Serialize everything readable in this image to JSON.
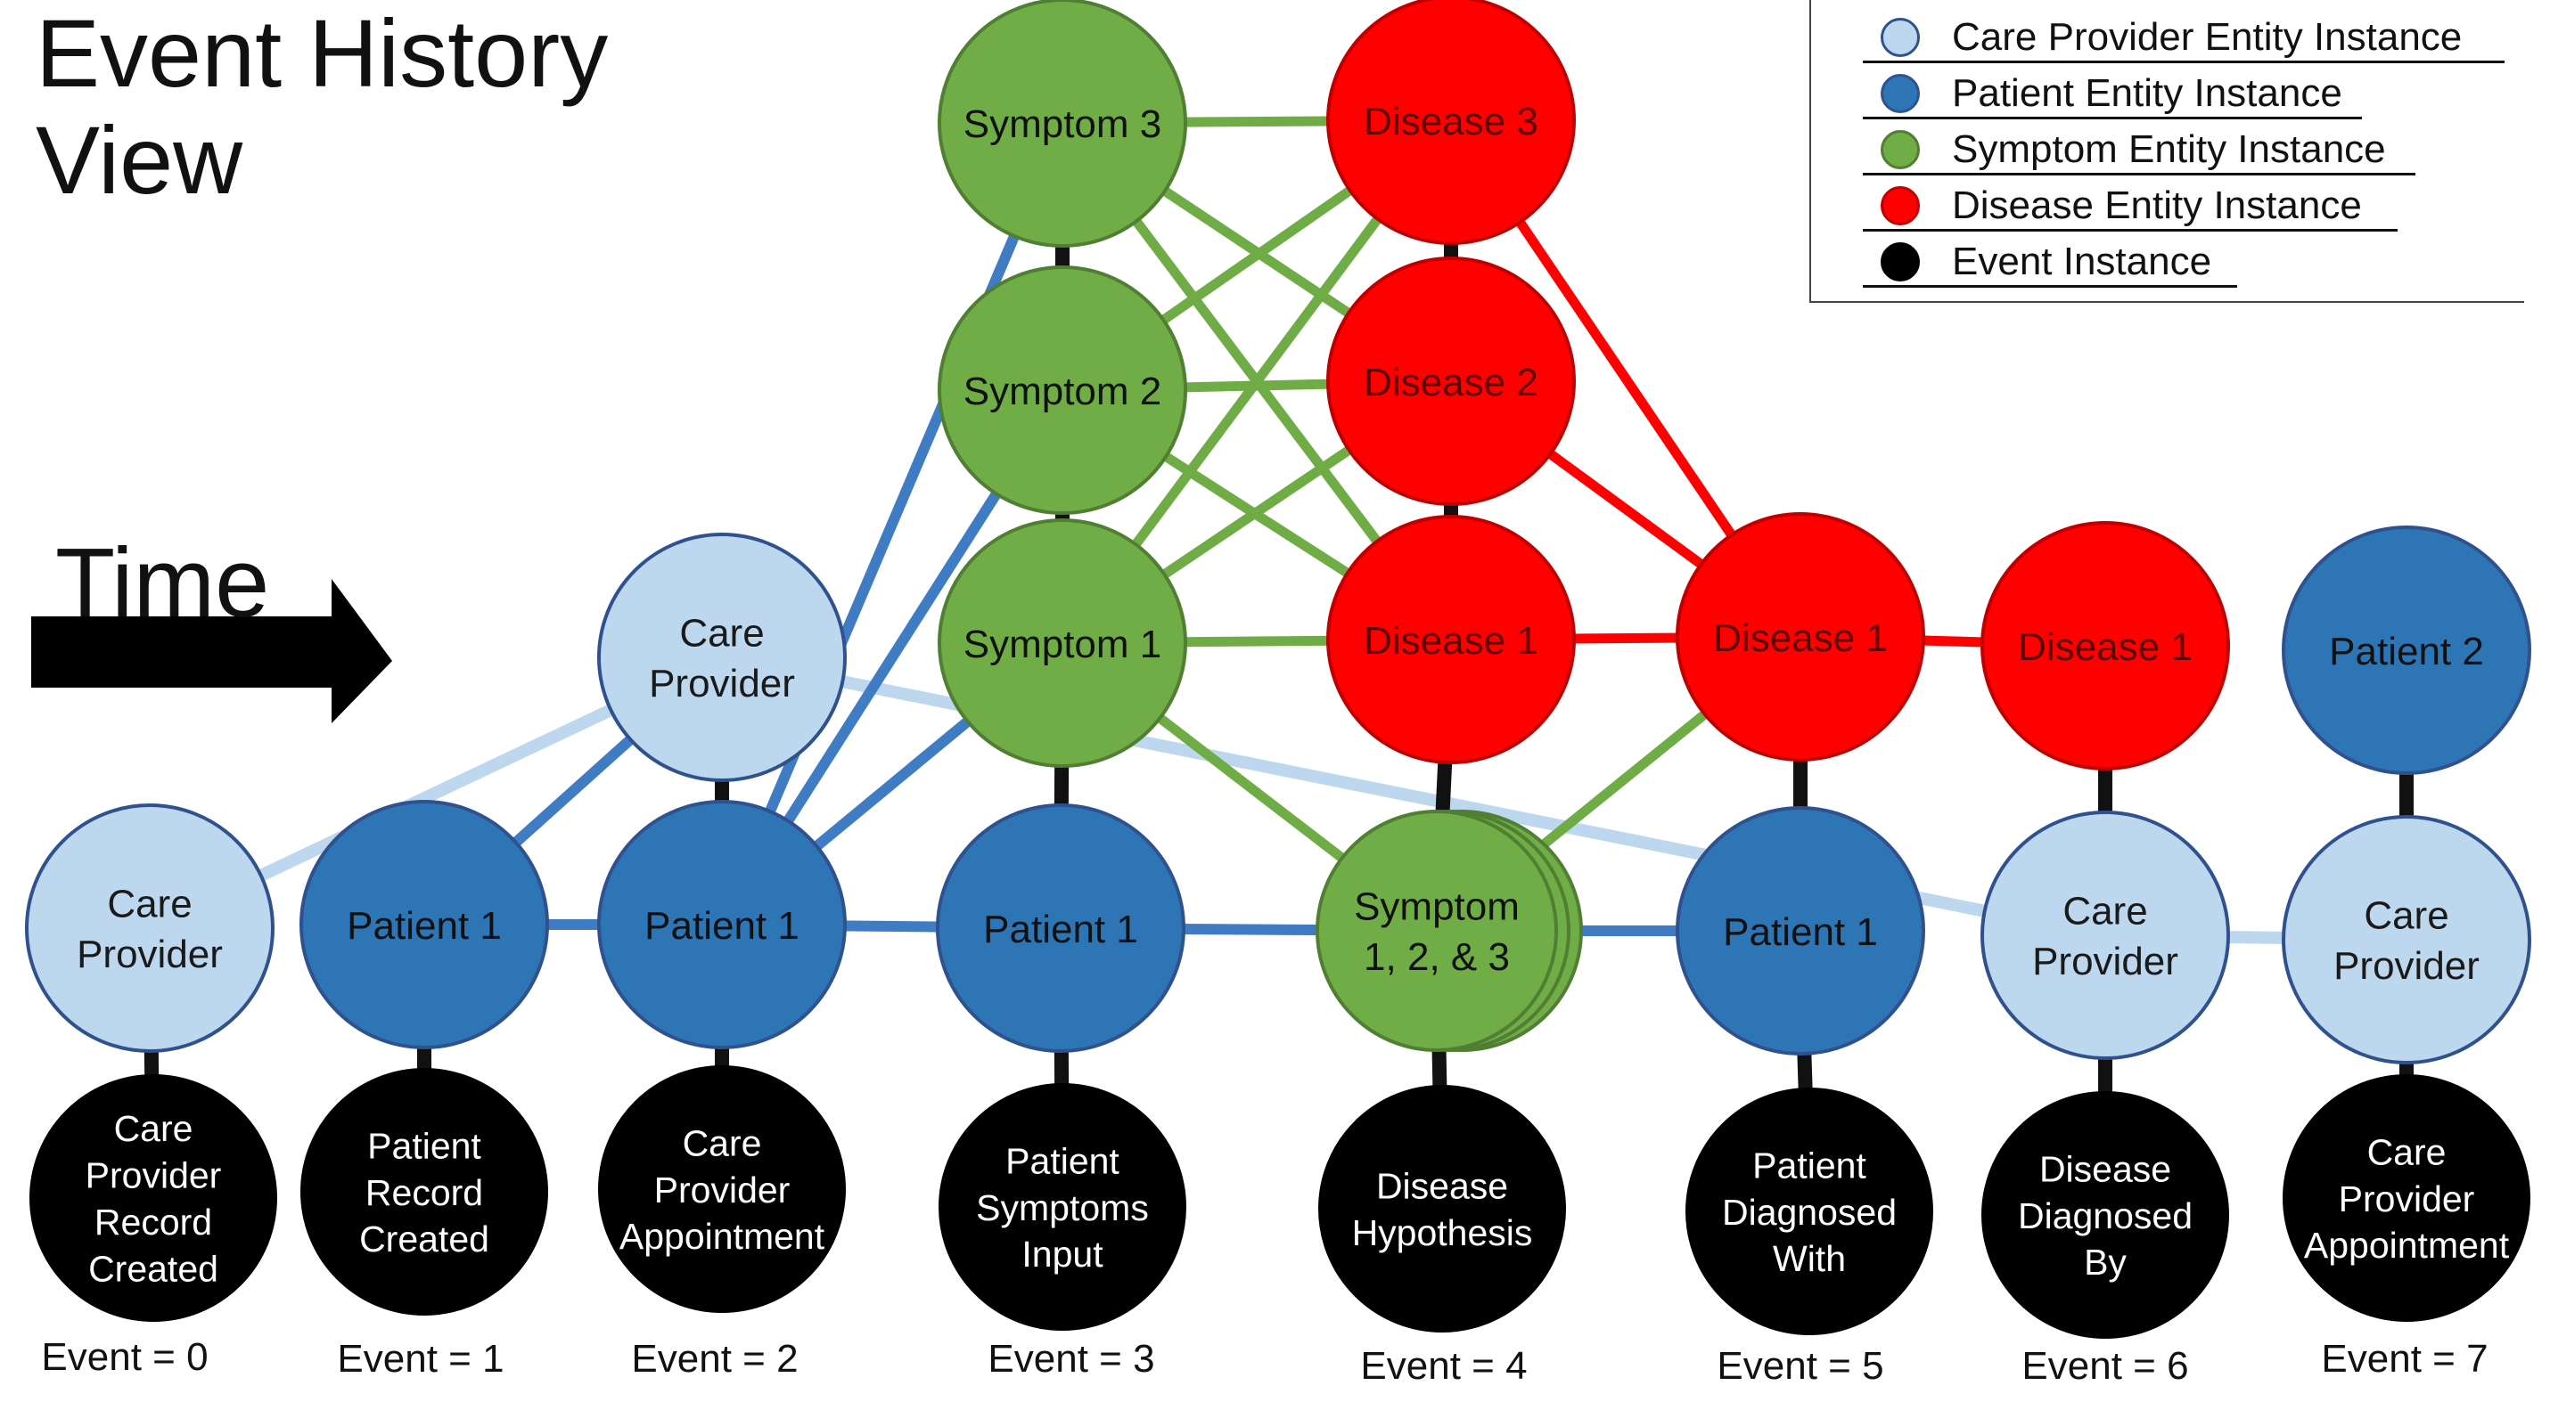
{
  "title": "Event History View",
  "time_label": "Time",
  "legend": [
    {
      "label": "Care Provider Entity Instance",
      "color": "#bdd7ee"
    },
    {
      "label": "Patient Entity Instance",
      "color": "#2e75b6"
    },
    {
      "label": "Symptom Entity Instance",
      "color": "#70ad47"
    },
    {
      "label": "Disease Entity Instance",
      "color": "#ff0000"
    },
    {
      "label": "Event Instance",
      "color": "#000000"
    }
  ],
  "colors": {
    "care_provider": "#bdd7ee",
    "patient": "#2e75b6",
    "symptom": "#70ad47",
    "disease": "#ff0000",
    "event": "#000000",
    "care_provider_edge": "#bdd7ee",
    "patient_edge": "#3f7cc4",
    "symptom_edge": "#6fac46",
    "disease_edge": "#ff0000",
    "event_edge": "#111111"
  },
  "nodes": [
    {
      "id": "cp0",
      "type": "care_provider",
      "label": "Care Provider"
    },
    {
      "id": "ev0",
      "type": "event",
      "label": "Care Provider Record Created"
    },
    {
      "id": "p1",
      "type": "patient",
      "label": "Patient 1"
    },
    {
      "id": "ev1",
      "type": "event",
      "label": "Patient Record Created"
    },
    {
      "id": "p2",
      "type": "patient",
      "label": "Patient 1"
    },
    {
      "id": "cp2",
      "type": "care_provider",
      "label": "Care Provider"
    },
    {
      "id": "ev2",
      "type": "event",
      "label": "Care Provider Appointment"
    },
    {
      "id": "p3",
      "type": "patient",
      "label": "Patient 1"
    },
    {
      "id": "s1",
      "type": "symptom",
      "label": "Symptom 1"
    },
    {
      "id": "s2",
      "type": "symptom",
      "label": "Symptom 2"
    },
    {
      "id": "s3",
      "type": "symptom",
      "label": "Symptom 3"
    },
    {
      "id": "ev3",
      "type": "event",
      "label": "Patient Symptoms Input"
    },
    {
      "id": "sg",
      "type": "symptom",
      "label": "Symptom 1, 2, & 3"
    },
    {
      "id": "d1",
      "type": "disease",
      "label": "Disease 1"
    },
    {
      "id": "d2",
      "type": "disease",
      "label": "Disease 2"
    },
    {
      "id": "d3",
      "type": "disease",
      "label": "Disease 3"
    },
    {
      "id": "ev4",
      "type": "event",
      "label": "Disease Hypothesis"
    },
    {
      "id": "p5",
      "type": "patient",
      "label": "Patient 1"
    },
    {
      "id": "d5",
      "type": "disease",
      "label": "Disease 1"
    },
    {
      "id": "ev5",
      "type": "event",
      "label": "Patient Diagnosed With"
    },
    {
      "id": "cp6",
      "type": "care_provider",
      "label": "Care Provider"
    },
    {
      "id": "d6",
      "type": "disease",
      "label": "Disease 1"
    },
    {
      "id": "ev6",
      "type": "event",
      "label": "Disease Diagnosed By"
    },
    {
      "id": "cp7",
      "type": "care_provider",
      "label": "Care Provider"
    },
    {
      "id": "pt2",
      "type": "patient",
      "label": "Patient 2"
    },
    {
      "id": "ev7",
      "type": "event",
      "label": "Care Provider Appointment"
    }
  ],
  "edges": [
    {
      "from": "cp0",
      "to": "cp2",
      "type": "care_provider_edge"
    },
    {
      "from": "cp2",
      "to": "cp6",
      "type": "care_provider_edge"
    },
    {
      "from": "cp6",
      "to": "cp7",
      "type": "care_provider_edge"
    },
    {
      "from": "p1",
      "to": "p2",
      "type": "patient_edge"
    },
    {
      "from": "p1",
      "to": "cp2",
      "type": "patient_edge"
    },
    {
      "from": "p2",
      "to": "p3",
      "type": "patient_edge"
    },
    {
      "from": "p2",
      "to": "s1",
      "type": "patient_edge"
    },
    {
      "from": "p2",
      "to": "s2",
      "type": "patient_edge"
    },
    {
      "from": "p2",
      "to": "s3",
      "type": "patient_edge"
    },
    {
      "from": "p2",
      "to": "cp2",
      "type": "patient_edge"
    },
    {
      "from": "p3",
      "to": "sg",
      "type": "patient_edge"
    },
    {
      "from": "sg",
      "to": "p5",
      "type": "patient_edge"
    },
    {
      "from": "s1",
      "to": "d1",
      "type": "symptom_edge"
    },
    {
      "from": "s1",
      "to": "d2",
      "type": "symptom_edge"
    },
    {
      "from": "s1",
      "to": "d3",
      "type": "symptom_edge"
    },
    {
      "from": "s2",
      "to": "d1",
      "type": "symptom_edge"
    },
    {
      "from": "s2",
      "to": "d2",
      "type": "symptom_edge"
    },
    {
      "from": "s2",
      "to": "d3",
      "type": "symptom_edge"
    },
    {
      "from": "s3",
      "to": "d1",
      "type": "symptom_edge"
    },
    {
      "from": "s3",
      "to": "d2",
      "type": "symptom_edge"
    },
    {
      "from": "s3",
      "to": "d3",
      "type": "symptom_edge"
    },
    {
      "from": "s1",
      "to": "sg",
      "type": "symptom_edge"
    },
    {
      "from": "sg",
      "to": "d5",
      "type": "symptom_edge"
    },
    {
      "from": "d1",
      "to": "d5",
      "type": "disease_edge"
    },
    {
      "from": "d2",
      "to": "d5",
      "type": "disease_edge"
    },
    {
      "from": "d3",
      "to": "d5",
      "type": "disease_edge"
    },
    {
      "from": "d5",
      "to": "d6",
      "type": "disease_edge"
    },
    {
      "from": "cp0",
      "to": "ev0",
      "type": "event_edge"
    },
    {
      "from": "p1",
      "to": "ev1",
      "type": "event_edge"
    },
    {
      "from": "cp2",
      "to": "p2",
      "type": "event_edge"
    },
    {
      "from": "p2",
      "to": "ev2",
      "type": "event_edge"
    },
    {
      "from": "s3",
      "to": "s2",
      "type": "event_edge"
    },
    {
      "from": "s2",
      "to": "s1",
      "type": "event_edge"
    },
    {
      "from": "s1",
      "to": "p3",
      "type": "event_edge"
    },
    {
      "from": "p3",
      "to": "ev3",
      "type": "event_edge"
    },
    {
      "from": "d3",
      "to": "d2",
      "type": "event_edge"
    },
    {
      "from": "d2",
      "to": "d1",
      "type": "event_edge"
    },
    {
      "from": "d1",
      "to": "sg",
      "type": "event_edge"
    },
    {
      "from": "sg",
      "to": "ev4",
      "type": "event_edge"
    },
    {
      "from": "d5",
      "to": "p5",
      "type": "event_edge"
    },
    {
      "from": "p5",
      "to": "ev5",
      "type": "event_edge"
    },
    {
      "from": "d6",
      "to": "cp6",
      "type": "event_edge"
    },
    {
      "from": "cp6",
      "to": "ev6",
      "type": "event_edge"
    },
    {
      "from": "pt2",
      "to": "cp7",
      "type": "event_edge"
    },
    {
      "from": "cp7",
      "to": "ev7",
      "type": "event_edge"
    }
  ],
  "event_labels": [
    "Event = 0",
    "Event = 1",
    "Event = 2",
    "Event = 3",
    "Event = 4",
    "Event = 5",
    "Event = 6",
    "Event = 7"
  ]
}
